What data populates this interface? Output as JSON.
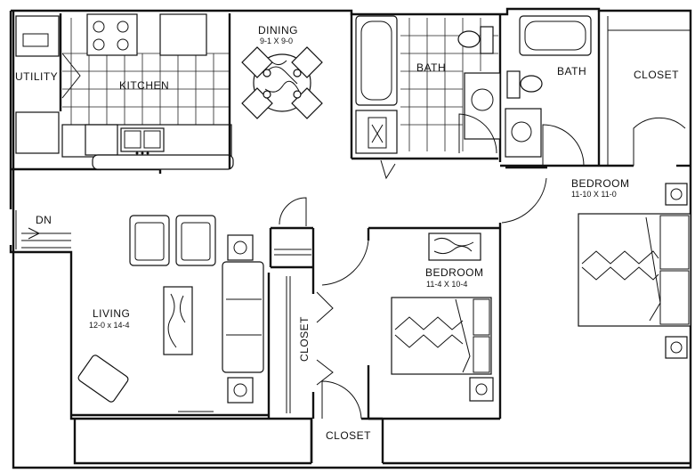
{
  "rooms": {
    "utility": "UTILITY",
    "kitchen": "KITCHEN",
    "dining": "DINING",
    "dining_dims": "9-1 X 9-0",
    "bath_1": "BATH",
    "bath_2": "BATH",
    "closet_master": "CLOSET",
    "bedroom_master": "BEDROOM",
    "bedroom_master_dims": "11-10 X 11-0",
    "bedroom_2": "BEDROOM",
    "bedroom_2_dims": "11-4 X 10-4",
    "living": "LIVING",
    "living_dims": "12-0 x 14-4",
    "closet_hall": "CLOSET",
    "closet_entry": "CLOSET"
  },
  "annotations": {
    "stair_down": "DN"
  }
}
